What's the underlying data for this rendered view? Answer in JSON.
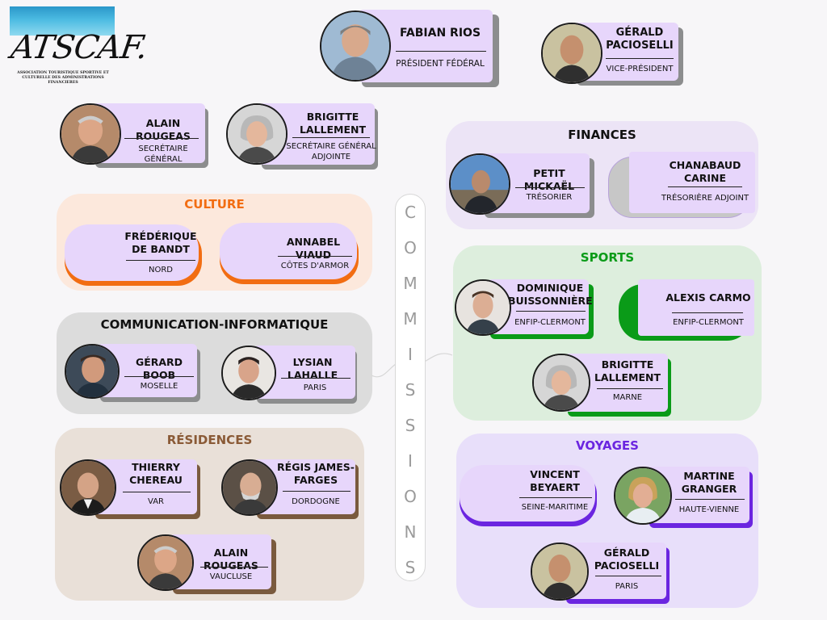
{
  "logo": {
    "text": "ATSCAF.",
    "subtitle": "ASSOCIATION TOURISTIQUE SPORTIVE ET CULTURELLE DES ADMINISTRATIONS FINANCIERES"
  },
  "colors": {
    "card": "#e7d6fb",
    "culture": "#f26d12",
    "sports": "#0a9b18",
    "voyages": "#6b25e0",
    "residences": "#8a5a36",
    "shadow_grey": "#8c8d8e"
  },
  "leadership": [
    {
      "name": "FABIAN RIOS",
      "role": "PRÉSIDENT FÉDÉRAL"
    },
    {
      "name": "GÉRALD PACIOSELLI",
      "role": "VICE-PRÉSIDENT"
    },
    {
      "name": "ALAIN ROUGEAS",
      "role": "SECRÉTAIRE GÉNÉRAL"
    },
    {
      "name": "BRIGITTE LALLEMENT",
      "role": "SECRÉTAIRE GÉNÉRAL ADJOINTE"
    }
  ],
  "commissions_label": [
    "C",
    "O",
    "M",
    "M",
    "I",
    "S",
    "S",
    "I",
    "O",
    "N",
    "S"
  ],
  "finances": {
    "title": "FINANCES",
    "members": [
      {
        "name": "PETIT MICKAËL",
        "role": "TRÉSORIER"
      },
      {
        "name": "CHANABAUD CARINE",
        "role": "TRÉSORIÈRE ADJOINT"
      }
    ]
  },
  "culture": {
    "title": "CULTURE",
    "members": [
      {
        "name": "FRÉDÉRIQUE DE BANDT",
        "role": "NORD"
      },
      {
        "name": "ANNABEL VIAUD",
        "role": "CÔTES D'ARMOR"
      }
    ]
  },
  "communication": {
    "title": "COMMUNICATION-INFORMATIQUE",
    "members": [
      {
        "name": "GÉRARD BOOB",
        "role": "MOSELLE"
      },
      {
        "name": "LYSIAN LAHALLE",
        "role": "PARIS"
      }
    ]
  },
  "residences": {
    "title": "RÉSIDENCES",
    "members": [
      {
        "name": "THIERRY CHEREAU",
        "role": "VAR"
      },
      {
        "name": "RÉGIS JAMES-FARGES",
        "role": "DORDOGNE"
      },
      {
        "name": "ALAIN ROUGEAS",
        "role": "VAUCLUSE"
      }
    ]
  },
  "sports": {
    "title": "SPORTS",
    "members": [
      {
        "name": "DOMINIQUE BUISSONNIÈRE",
        "role": "ENFIP-CLERMONT"
      },
      {
        "name": "ALEXIS CARMO",
        "role": "ENFIP-CLERMONT"
      },
      {
        "name": "BRIGITTE LALLEMENT",
        "role": "MARNE"
      }
    ]
  },
  "voyages": {
    "title": "VOYAGES",
    "members": [
      {
        "name": "VINCENT BEYAERT",
        "role": "SEINE-MARITIME"
      },
      {
        "name": "MARTINE GRANGER",
        "role": "HAUTE-VIENNE"
      },
      {
        "name": "GÉRALD PACIOSELLI",
        "role": "PARIS"
      }
    ]
  }
}
